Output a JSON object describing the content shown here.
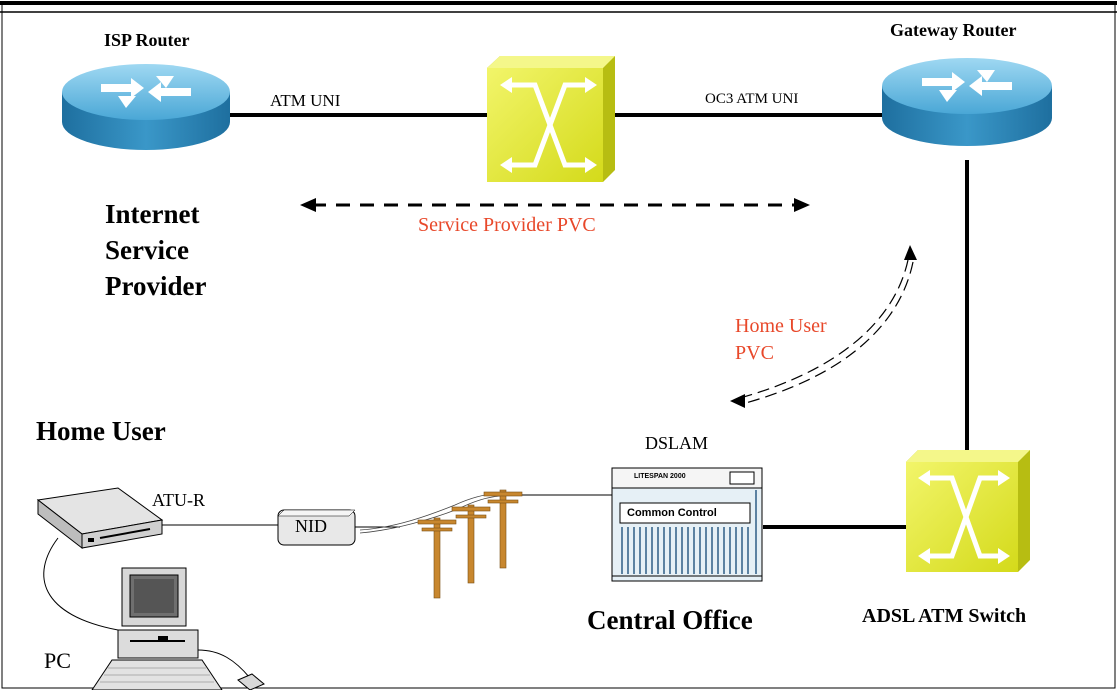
{
  "labels": {
    "isp_router": "ISP Router",
    "gateway_router": "Gateway Router",
    "atm_uni": "ATM UNI",
    "oc3_atm_uni": "OC3 ATM UNI",
    "isp_line1": "Internet",
    "isp_line2": "Service",
    "isp_line3": "Provider",
    "service_provider_pvc": "Service Provider PVC",
    "home_user_pvc_line1": "Home User",
    "home_user_pvc_line2": "PVC",
    "home_user": "Home User",
    "atu_r": "ATU-R",
    "nid": "NID",
    "dslam": "DSLAM",
    "litespan": "LITESPAN 2000",
    "common_control": "Common Control",
    "central_office": "Central Office",
    "adsl_atm_switch": "ADSL ATM  Switch",
    "pc": "PC"
  },
  "colors": {
    "router_top": "#5fb6e0",
    "router_side": "#2f86b8",
    "switch_face": "#e6ec2a",
    "switch_side": "#b7bd12",
    "pole": "#c8872e",
    "pvc_text": "#e8482a"
  }
}
